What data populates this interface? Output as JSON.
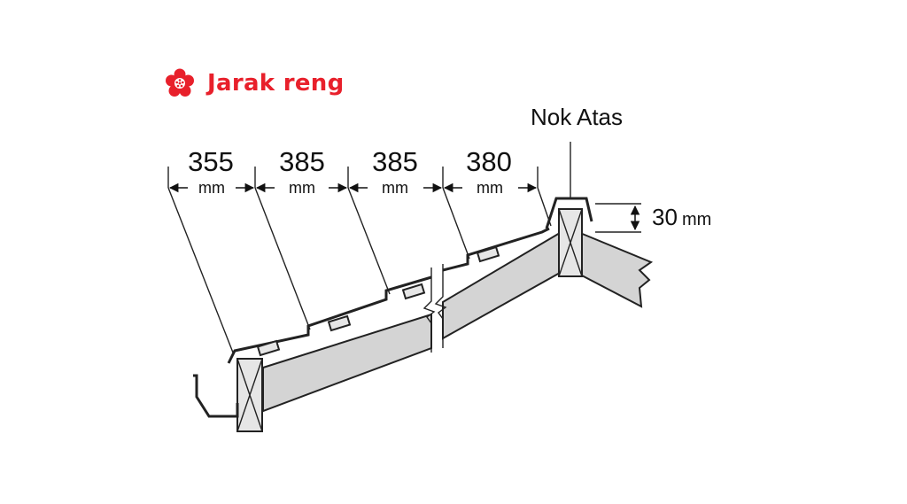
{
  "title": "Jarak reng",
  "colors": {
    "accent": "#e8202b",
    "beam": "#d4d4d4",
    "outline": "#222222"
  },
  "icon": "flower-icon",
  "spacings": [
    {
      "value": "355",
      "unit": "mm"
    },
    {
      "value": "385",
      "unit": "mm"
    },
    {
      "value": "385",
      "unit": "mm"
    },
    {
      "value": "380",
      "unit": "mm"
    }
  ],
  "ridge_label": "Nok Atas",
  "gap": {
    "value": "30",
    "unit": "mm"
  }
}
